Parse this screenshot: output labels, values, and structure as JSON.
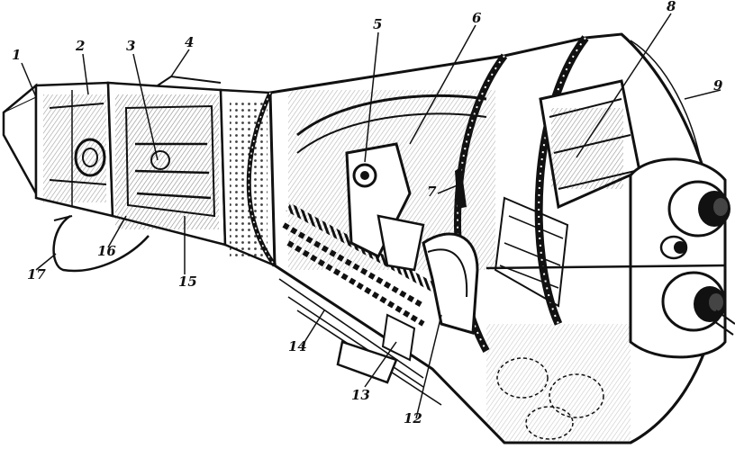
{
  "diagram": {
    "colors": {
      "ink": "#111111",
      "paper": "#ffffff",
      "hatch": "#2a2a2a"
    },
    "callouts": [
      {
        "id": "c1",
        "label": "1"
      },
      {
        "id": "c2",
        "label": "2"
      },
      {
        "id": "c3",
        "label": "3"
      },
      {
        "id": "c4",
        "label": "4"
      },
      {
        "id": "c5",
        "label": "5"
      },
      {
        "id": "c6",
        "label": "6"
      },
      {
        "id": "c7",
        "label": "7"
      },
      {
        "id": "c8",
        "label": "8"
      },
      {
        "id": "c9",
        "label": "9"
      },
      {
        "id": "c12",
        "label": "12"
      },
      {
        "id": "c13",
        "label": "13"
      },
      {
        "id": "c14",
        "label": "14"
      },
      {
        "id": "c15",
        "label": "15"
      },
      {
        "id": "c16",
        "label": "16"
      },
      {
        "id": "c17",
        "label": "17"
      }
    ]
  }
}
